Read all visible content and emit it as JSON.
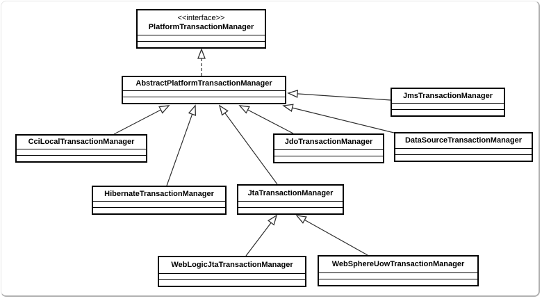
{
  "diagram": {
    "kind": "uml-class-diagram",
    "nodes": {
      "platform": {
        "stereotype": "<<interface>>",
        "name": "PlatformTransactionManager"
      },
      "abstract": {
        "name": "AbstractPlatformTransactionManager"
      },
      "jms": {
        "name": "JmsTransactionManager"
      },
      "cci": {
        "name": "CciLocalTransactionManager"
      },
      "jdo": {
        "name": "JdoTransactionManager"
      },
      "datasource": {
        "name": "DataSourceTransactionManager"
      },
      "hibernate": {
        "name": "HibernateTransactionManager"
      },
      "jta": {
        "name": "JtaTransactionManager"
      },
      "weblogic": {
        "name": "WebLogicJtaTransactionManager"
      },
      "websphere": {
        "name": "WebSphereUowTransactionManager"
      }
    },
    "edges": [
      {
        "from": "AbstractPlatformTransactionManager",
        "to": "PlatformTransactionManager",
        "type": "realization"
      },
      {
        "from": "CciLocalTransactionManager",
        "to": "AbstractPlatformTransactionManager",
        "type": "generalization"
      },
      {
        "from": "HibernateTransactionManager",
        "to": "AbstractPlatformTransactionManager",
        "type": "generalization"
      },
      {
        "from": "JtaTransactionManager",
        "to": "AbstractPlatformTransactionManager",
        "type": "generalization"
      },
      {
        "from": "JdoTransactionManager",
        "to": "AbstractPlatformTransactionManager",
        "type": "generalization"
      },
      {
        "from": "DataSourceTransactionManager",
        "to": "AbstractPlatformTransactionManager",
        "type": "generalization"
      },
      {
        "from": "JmsTransactionManager",
        "to": "AbstractPlatformTransactionManager",
        "type": "generalization"
      },
      {
        "from": "WebLogicJtaTransactionManager",
        "to": "JtaTransactionManager",
        "type": "generalization"
      },
      {
        "from": "WebSphereUowTransactionManager",
        "to": "JtaTransactionManager",
        "type": "generalization"
      }
    ],
    "colors": {
      "box_border": "#000000",
      "edge_line": "#2e2e2e",
      "background": "#ffffff",
      "card_border": "#e4e4e4",
      "card_shadow": "#b2b2b2"
    }
  }
}
